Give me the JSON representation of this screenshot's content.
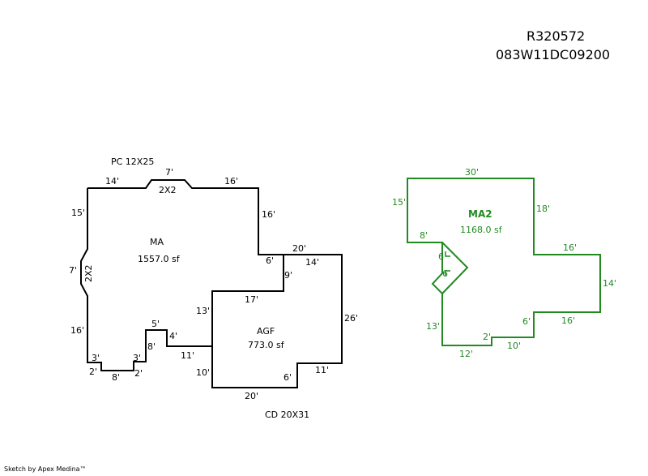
{
  "header": {
    "parcel_id": "R320572",
    "map_number": "083W11DC09200"
  },
  "colors": {
    "main_line": "#000000",
    "secondary_line": "#218a21"
  },
  "main_sketch": {
    "porch_label": "PC 12X25",
    "deck_label": "CD 20X31",
    "ma": {
      "name": "MA",
      "area": "1557.0 sf"
    },
    "agf": {
      "name": "AGF",
      "area": "773.0 sf"
    },
    "bump_top": "2X2",
    "bump_left": "2X2",
    "dims": [
      "14'",
      "7'",
      "16'",
      "15'",
      "16'",
      "7'",
      "16'",
      "20'",
      "6'",
      "14'",
      "9'",
      "17'",
      "13'",
      "26'",
      "5'",
      "4'",
      "8'",
      "3'",
      "3'",
      "11'",
      "2'",
      "8'",
      "2'",
      "10'",
      "11'",
      "6'",
      "20'"
    ]
  },
  "ma2_sketch": {
    "name": "MA2",
    "area": "1168.0 sf",
    "dims": [
      "30'",
      "15'",
      "18'",
      "8'",
      "16'",
      "6",
      "6",
      "14'",
      "13'",
      "16'",
      "6'",
      "2'",
      "10'",
      "12'"
    ]
  },
  "footer": {
    "credit": "Sketch by Apex Medina™"
  }
}
